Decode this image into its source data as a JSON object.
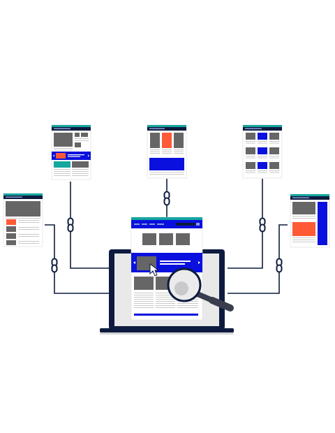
{
  "diagram": {
    "nodes": [
      {
        "id": "laptop",
        "kind": "laptop-with-webpage"
      },
      {
        "id": "magnifier",
        "kind": "magnifying-glass"
      },
      {
        "id": "page-top-left",
        "kind": "webpage-thumbnail"
      },
      {
        "id": "page-top-center",
        "kind": "webpage-thumbnail"
      },
      {
        "id": "page-top-right",
        "kind": "webpage-thumbnail"
      },
      {
        "id": "page-mid-left",
        "kind": "webpage-thumbnail"
      },
      {
        "id": "page-mid-right",
        "kind": "webpage-thumbnail"
      }
    ],
    "links": [
      {
        "from": "page-top-left",
        "to": "laptop",
        "icon": "chain-link-icon"
      },
      {
        "from": "page-mid-left",
        "to": "laptop",
        "icon": "chain-link-icon"
      },
      {
        "from": "page-top-center",
        "to": "laptop",
        "icon": "chain-link-icon"
      },
      {
        "from": "page-top-right",
        "to": "laptop",
        "icon": "chain-link-icon"
      },
      {
        "from": "page-mid-right",
        "to": "laptop",
        "icon": "chain-link-icon"
      }
    ]
  },
  "colors": {
    "navy": "#0d1b3e",
    "blue": "#0a10dd",
    "teal": "#16a6a0",
    "orange": "#ff5a36",
    "gray_block": "#666666",
    "light_gray": "#e9e9ea",
    "line_gray": "#c8c8c8"
  }
}
